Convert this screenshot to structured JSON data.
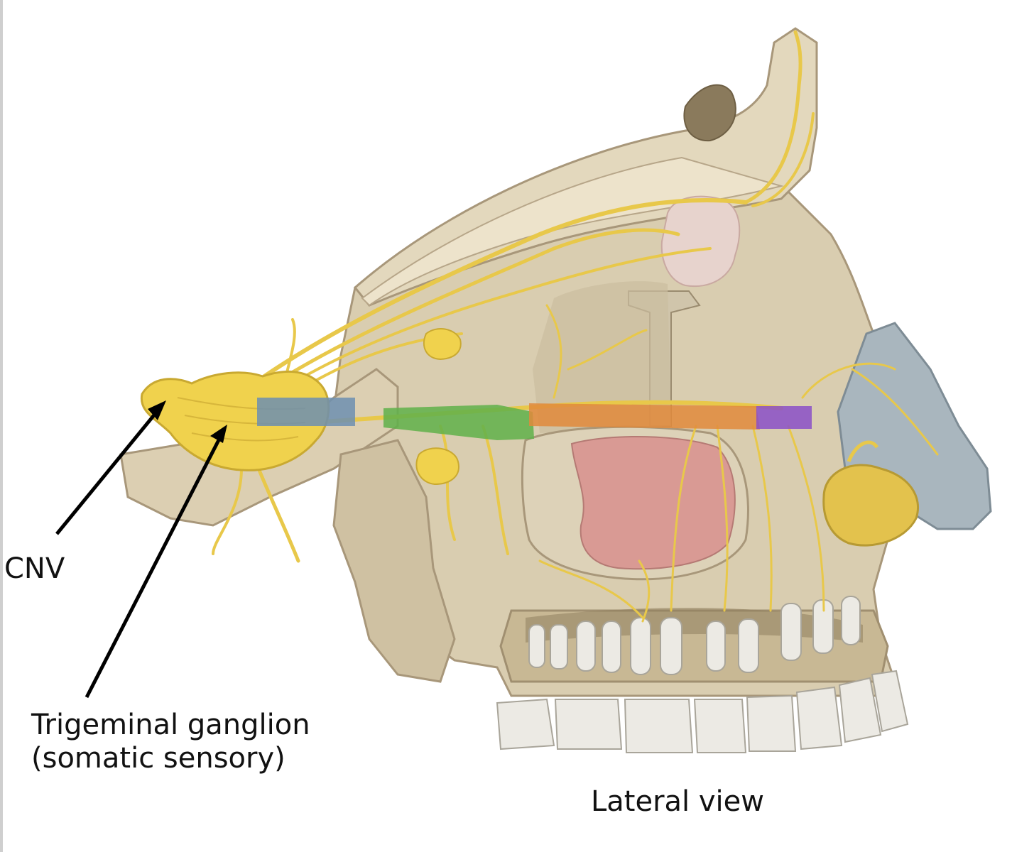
{
  "labels": {
    "cnv": "CNV",
    "trigeminal_line1": "Trigeminal ganglion",
    "trigeminal_line2": "(somatic sensory)",
    "view": "Lateral view"
  },
  "colors": {
    "background": "#ffffff",
    "bone": "#d9cdb0",
    "bone_shadow": "#b9a985",
    "nerve": "#e8c84a",
    "ganglion": "#f0d24d",
    "sinus": "#d99a94",
    "tooth": "#eceae4",
    "nasal_cartilage": "#a9b6be",
    "gland": "#e7d3cd",
    "arrow": "#000000",
    "highlight_blue": "#6d8fb0",
    "highlight_green": "#5fb04a",
    "highlight_orange": "#e08a3c",
    "highlight_purple": "#8a4fc8"
  }
}
